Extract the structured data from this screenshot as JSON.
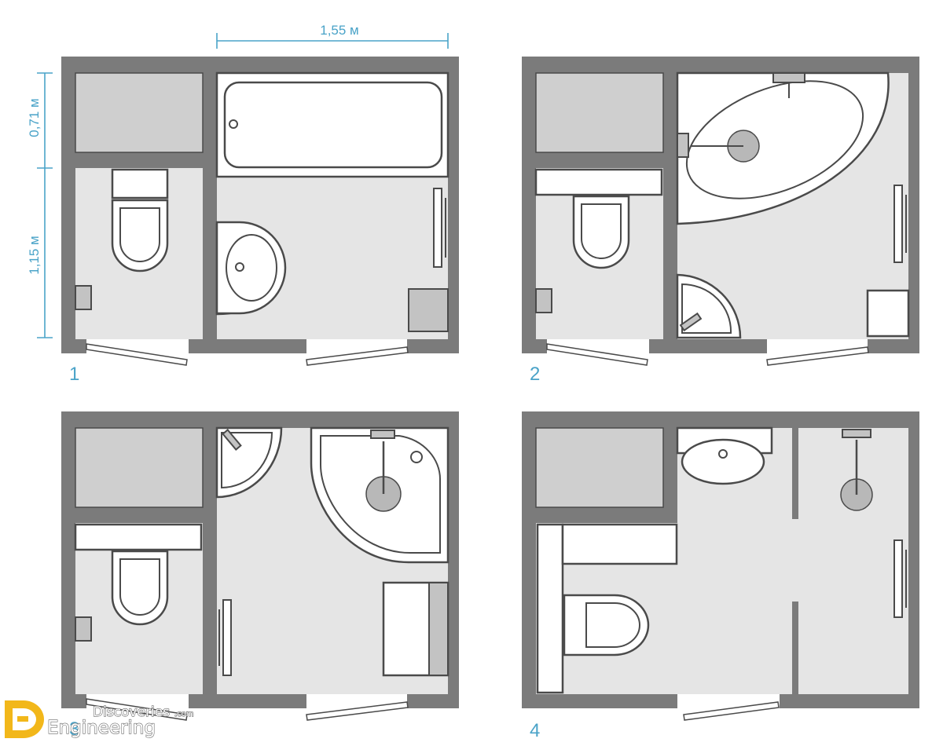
{
  "dimensions": {
    "width_label": "1,55 м",
    "top_height_label": "0,71 м",
    "bottom_height_label": "1,15 м"
  },
  "plans": [
    {
      "number": "1"
    },
    {
      "number": "2"
    },
    {
      "number": "3"
    },
    {
      "number": "4"
    }
  ],
  "watermark": {
    "line1": "Discoveries",
    "suffix": ".com",
    "line2": "Engineering"
  },
  "colors": {
    "wall": "#7b7b7b",
    "floor": "#e5e5e5",
    "dimension": "#4aa3c8",
    "logo_accent": "#f2b71a"
  }
}
